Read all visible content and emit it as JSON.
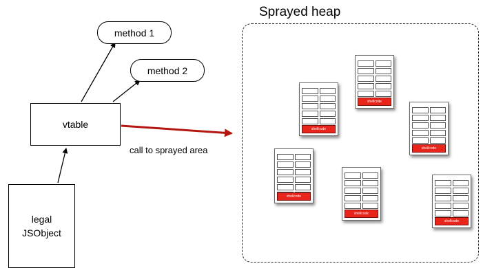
{
  "heap": {
    "title": "Sprayed heap"
  },
  "nodes": {
    "method1": "method 1",
    "method2": "method 2",
    "vtable": "vtable",
    "jsobject": "legal\nJSObject"
  },
  "call_label": "call to sprayed area",
  "shellcode_label": "shellcode",
  "colors": {
    "arrow_red": "#b3170f",
    "shellcode_red": "#e8241b"
  },
  "blocks": [
    {
      "rows": 6
    },
    {
      "rows": 6
    },
    {
      "rows": 6
    },
    {
      "rows": 6
    },
    {
      "rows": 6
    },
    {
      "rows": 6
    }
  ]
}
